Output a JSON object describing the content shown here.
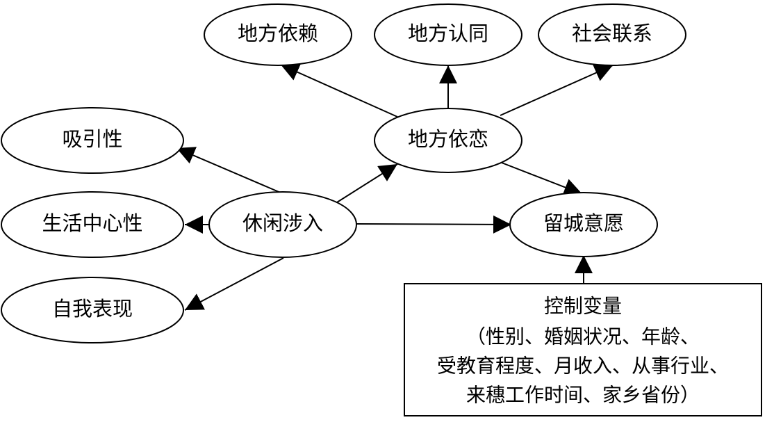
{
  "nodes": {
    "place_dependence": "地方依赖",
    "place_identity": "地方认同",
    "social_bonding": "社会联系",
    "place_attachment": "地方依恋",
    "attraction": "吸引性",
    "centrality": "生活中心性",
    "leisure_involvement": "休闲涉入",
    "self_expression": "自我表现",
    "stay_intention": "留城意愿"
  },
  "control_box": {
    "title": "控制变量",
    "line1": "（性别、婚姻状况、年龄、",
    "line2": "受教育程度、月收入、从事行业、",
    "line3": "来穗工作时间、家乡省份）"
  }
}
